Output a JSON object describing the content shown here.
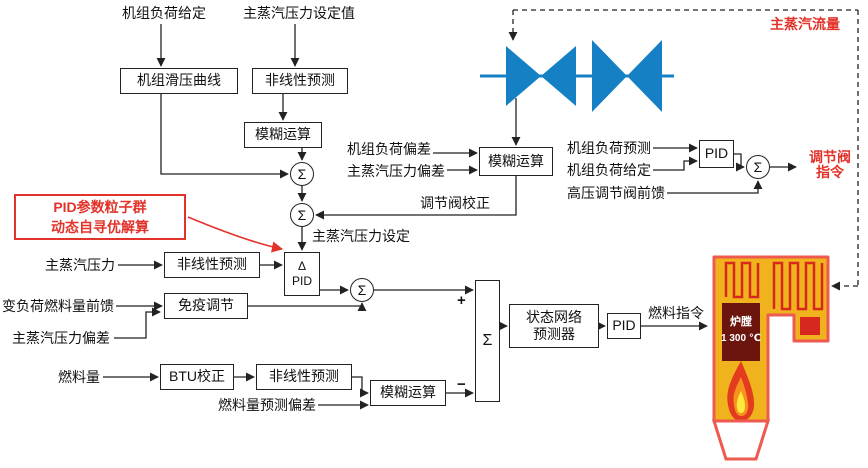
{
  "colors": {
    "red": "#e2332b",
    "blue": "#1580c4",
    "furnace_yellow": "#f0b21d",
    "furnace_pink": "#ee5a50",
    "coil_red": "#d6281e",
    "maroon": "#6b150e"
  },
  "nodes": {
    "load_setpoint_top": "机组负荷给定",
    "pressure_setpoint_top": "主蒸汽压力设定值",
    "sliding_pressure_curve": "机组滑压曲线",
    "nonlinear_predict_1": "非线性预测",
    "fuzzy_calc_1": "模糊运算",
    "pid_opt_line1": "PID参数粒子群",
    "pid_opt_line2": "动态自寻优解算",
    "load_deviation": "机组负荷偏差",
    "pressure_deviation_1": "主蒸汽压力偏差",
    "fuzzy_calc_2": "模糊运算",
    "valve_correction": "调节阀校正",
    "pressure_setting_mid": "主蒸汽压力设定",
    "delta": "Δ",
    "pid_small": "PID",
    "main_steam_pressure": "主蒸汽压力",
    "nonlinear_predict_2": "非线性预测",
    "var_load_fuel_ff": "变负荷燃料量前馈",
    "immune_regulation": "免疫调节",
    "pressure_deviation_2": "主蒸汽压力偏差",
    "fuel_quantity": "燃料量",
    "btu_correction": "BTU校正",
    "nonlinear_predict_3": "非线性预测",
    "fuzzy_calc_3": "模糊运算",
    "fuel_pred_deviation": "燃料量预测偏差",
    "state_network_line1": "状态网络",
    "state_network_line2": "预测器",
    "pid_2": "PID",
    "fuel_command": "燃料指令",
    "load_prediction": "机组负荷预测",
    "load_setpoint_right": "机组负荷给定",
    "hp_valve_ff": "高压调节阀前馈",
    "pid_3": "PID",
    "valve_cmd_line1": "调节阀",
    "valve_cmd_line2": "指令",
    "main_steam_flow": "主蒸汽流量",
    "sigma": "Σ",
    "plus": "+",
    "minus": "−",
    "furnace_line1": "炉膛",
    "furnace_line2": "1 300 ℃"
  }
}
